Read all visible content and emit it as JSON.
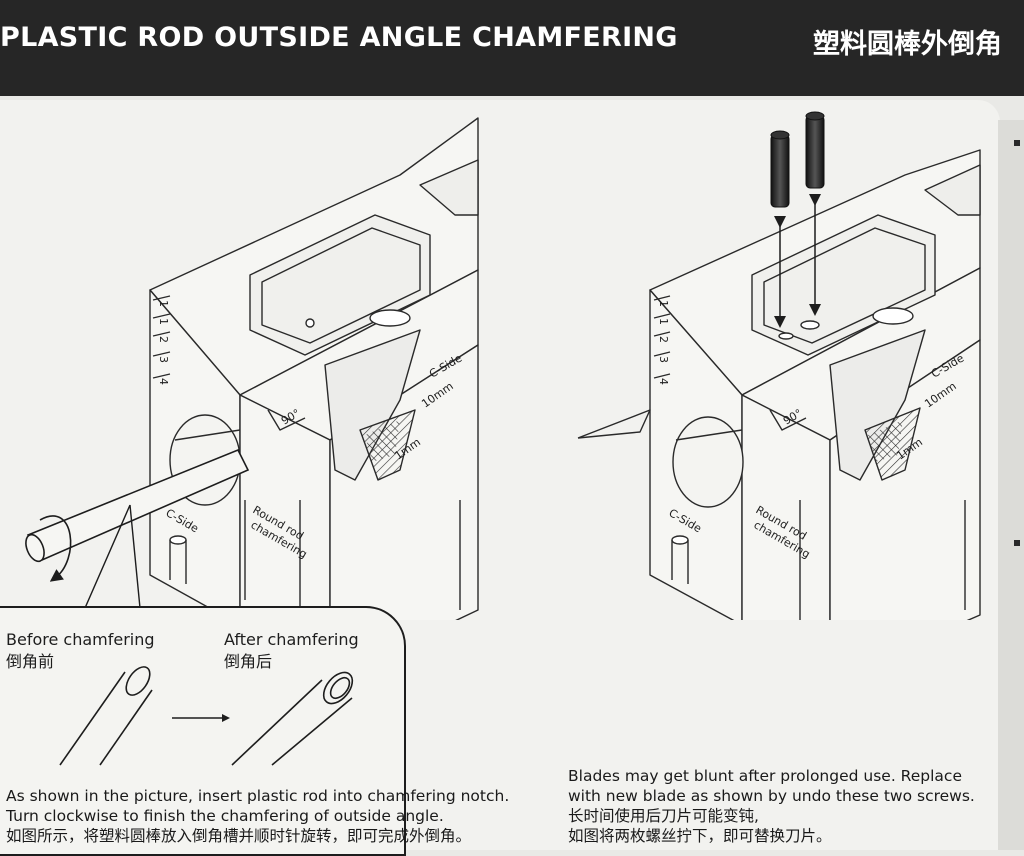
{
  "header": {
    "title_en": "PLASTIC ROD OUTSIDE ANGLE CHAMFERING",
    "title_cn": "塑料圆棒外倒角"
  },
  "left_diagram": {
    "scale_marks": [
      "1",
      "1",
      "2",
      "3",
      "4"
    ],
    "angle_label": "90°",
    "c_side_label": "C-Side",
    "round_rod_label": [
      "Round rod",
      "chamfering"
    ],
    "size_labels": [
      "C-Side",
      "10mm",
      "1mm"
    ]
  },
  "right_diagram": {
    "scale_marks": [
      "1",
      "1",
      "2",
      "3",
      "4"
    ],
    "angle_label": "90°",
    "c_side_label": "C-Side",
    "round_rod_label": [
      "Round rod",
      "chamfering"
    ],
    "size_labels": [
      "C-Side",
      "10mm",
      "1mm"
    ]
  },
  "inset": {
    "before_en": "Before chamfering",
    "before_cn": "倒角前",
    "after_en": "After chamfering",
    "after_cn": "倒角后"
  },
  "captions": {
    "left": [
      "As shown in the picture, insert plastic rod into chamfering notch.",
      "Turn clockwise to finish the chamfering of outside angle.",
      "如图所示，将塑料圆棒放入倒角槽并顺时针旋转，即可完成外倒角。"
    ],
    "right": [
      "Blades may get blunt after prolonged use. Replace",
      "with new blade as shown by undo these two screws.",
      "长时间使用后刀片可能变钝,",
      "如图将两枚螺丝拧下，即可替换刀片。"
    ]
  },
  "colors": {
    "header_bg": "#262626",
    "panel_bg": "#f2f2ef",
    "line": "#2a2a2a"
  }
}
